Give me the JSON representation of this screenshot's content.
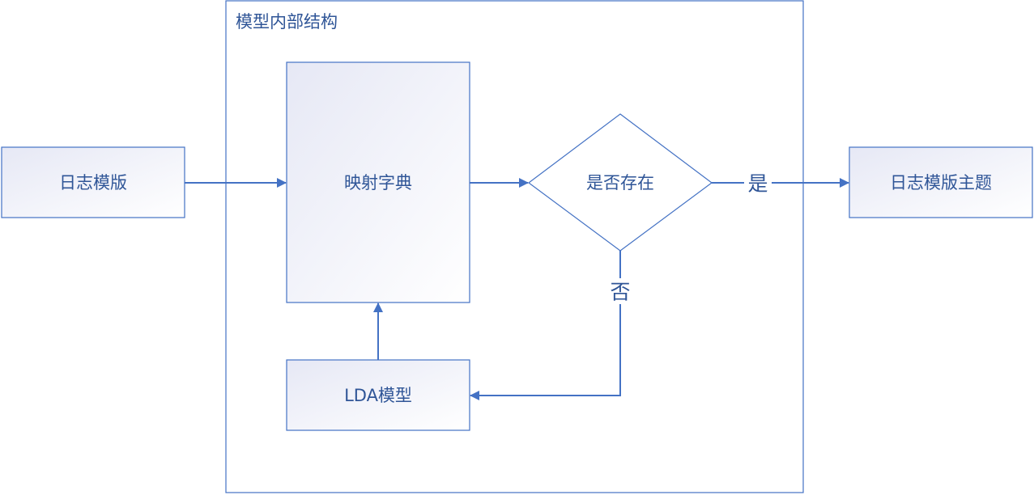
{
  "diagram": {
    "container": {
      "title": "模型内部结构"
    },
    "nodes": {
      "log_template": "日志模版",
      "mapping_dict": "映射字典",
      "lda_model": "LDA模型",
      "exists_check": "是否存在",
      "template_topic": "日志模版主题"
    },
    "edge_labels": {
      "yes": "是",
      "no": "否"
    },
    "colors": {
      "stroke": "#4472c4",
      "text": "#2f5597",
      "fill_top": "#e8eaf6",
      "fill_bottom": "#ffffff"
    }
  }
}
